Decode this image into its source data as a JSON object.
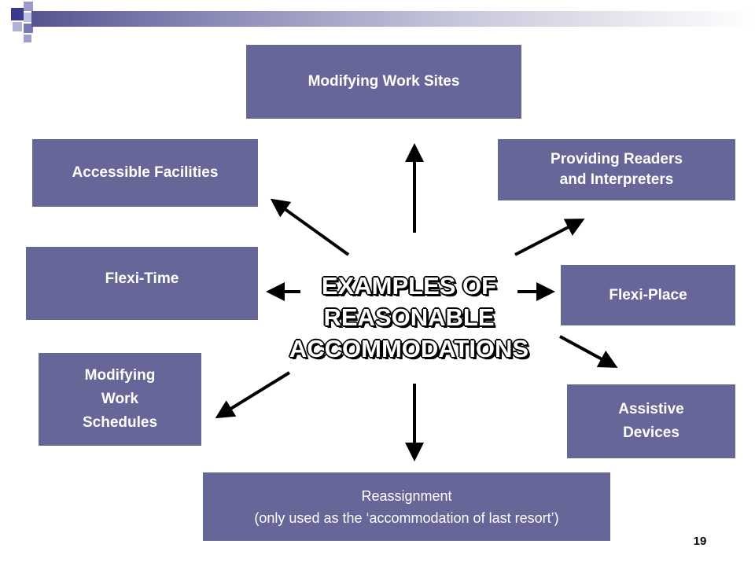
{
  "center": {
    "line1": "EXAMPLES OF",
    "line2": "REASONABLE",
    "line3": "ACCOMMODATIONS"
  },
  "boxes": {
    "modifying_work_sites": "Modifying Work Sites",
    "accessible_facilities": "Accessible Facilities",
    "providing_readers_line1": "Providing Readers",
    "providing_readers_line2": "and Interpreters",
    "flexi_time": "Flexi-Time",
    "flexi_place": "Flexi-Place",
    "modifying_schedules_line1": "Modifying",
    "modifying_schedules_line2": "Work",
    "modifying_schedules_line3": "Schedules",
    "assistive_devices_line1": "Assistive",
    "assistive_devices_line2": "Devices",
    "reassignment_line1": "Reassignment",
    "reassignment_line2": "(only used as the ‘accommodation of last resort’)"
  },
  "page_number": "19",
  "colors": {
    "box_fill": "#666699",
    "box_text": "#ffffff",
    "arrow": "#000000"
  }
}
